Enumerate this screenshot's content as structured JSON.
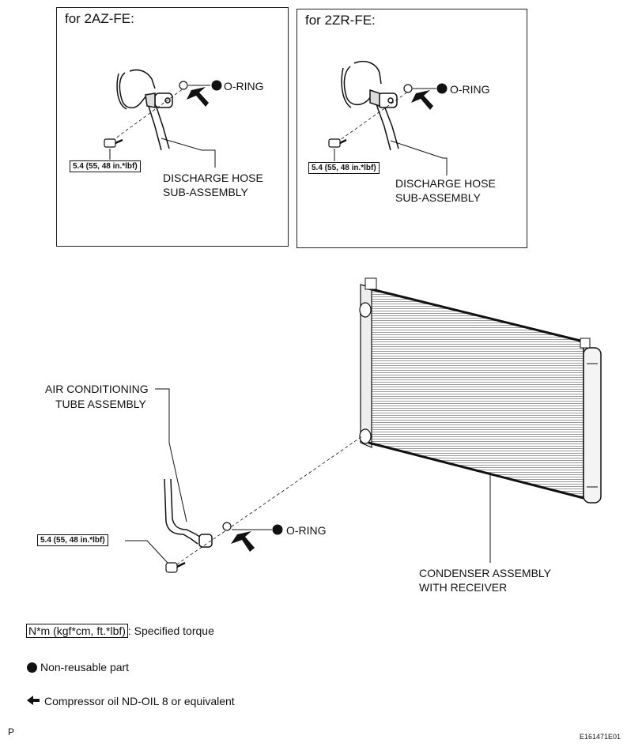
{
  "panels": [
    {
      "title": "for 2AZ-FE:",
      "oring_label": "O-RING",
      "torque_label": "5.4 (55, 48 in.*lbf)",
      "part_label_line1": "DISCHARGE HOSE",
      "part_label_line2": "SUB-ASSEMBLY"
    },
    {
      "title": "for 2ZR-FE:",
      "oring_label": "O-RING",
      "torque_label": "5.4 (55, 48 in.*lbf)",
      "part_label_line1": "DISCHARGE HOSE",
      "part_label_line2": "SUB-ASSEMBLY"
    }
  ],
  "main": {
    "tube_label_line1": "AIR CONDITIONING",
    "tube_label_line2": "TUBE ASSEMBLY",
    "oring_label": "O-RING",
    "torque_label": "5.4 (55, 48 in.*lbf)",
    "condenser_label_line1": "CONDENSER ASSEMBLY",
    "condenser_label_line2": "WITH RECEIVER"
  },
  "legend": {
    "torque_unit": "N*m (kgf*cm, ft.*lbf)",
    "torque_desc": ": Specified torque",
    "nonreusable": "Non-reusable part",
    "oil": "Compressor oil ND-OIL 8 or equivalent"
  },
  "footer": {
    "left_mark": "P",
    "figure_id": "E161471E01"
  }
}
